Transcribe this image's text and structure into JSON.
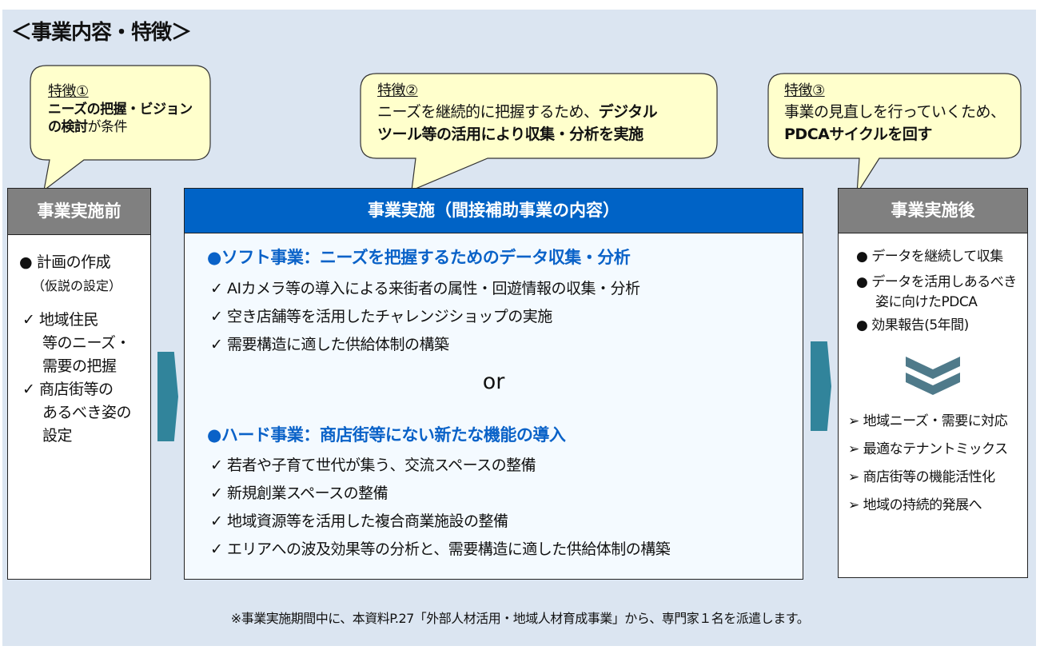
{
  "title": "＜事業内容・特徴＞",
  "bubbles": [
    {
      "label": "特徴①",
      "bold1": "ニーズの把握・ビジョン",
      "bold2": "の検討",
      "tail": "が条件"
    },
    {
      "label": "特徴②",
      "line1": "ニーズを継続的に把握するため、",
      "bold1": "デジタル",
      "bold2": "ツール等の活用により収集・分析を実施"
    },
    {
      "label": "特徴③",
      "line1": "事業の見直しを行っていくため、",
      "bold1": "PDCAサイクルを回す"
    }
  ],
  "before": {
    "header": "事業実施前",
    "bullet": "● 計画の作成",
    "bullet_sub": "（仮説の設定）",
    "checks": [
      "✓ 地域住民",
      "等のニーズ・",
      "需要の把握",
      "✓ 商店街等の",
      "あるべき姿の",
      "設定"
    ]
  },
  "main": {
    "header": "事業実施（間接補助事業の内容）",
    "soft": {
      "title": "●ソフト事業：ニーズを把握するためのデータ収集・分析",
      "items": [
        "✓ AIカメラ等の導入による来街者の属性・回遊情報の収集・分析",
        "✓ 空き店舗等を活用したチャレンジショップの実施",
        "✓ 需要構造に適した供給体制の構築"
      ]
    },
    "or": "or",
    "hard": {
      "title": "●ハード事業：商店街等にない新たな機能の導入",
      "items": [
        "✓ 若者や子育て世代が集う、交流スペースの整備",
        "✓ 新規創業スペースの整備",
        "✓ 地域資源等を活用した複合商業施設の整備",
        "✓ エリアへの波及効果等の分析と、需要構造に適した供給体制の構築"
      ]
    }
  },
  "after": {
    "header": "事業実施後",
    "bullets": [
      "●  データを継続して収集",
      "●  データを活用しあるべき",
      "姿に向けたPDCA",
      "●  効果報告(5年間)"
    ],
    "results": [
      "➢ 地域ニーズ・需要に対応",
      "➢ 最適なテナントミックス",
      "➢ 商店街等の機能活性化",
      "➢ 地域の持続的発展へ"
    ]
  },
  "footnote": "※事業実施期間中に、本資料P.27「外部人材活用・地域人材育成事業」から、専門家１名を派遣します。",
  "colors": {
    "panel": "#dbe5f1",
    "bubble": "#ffffcc",
    "blue_header": "#0063c6",
    "gray_header": "#808080",
    "arrow": "#31849b"
  }
}
